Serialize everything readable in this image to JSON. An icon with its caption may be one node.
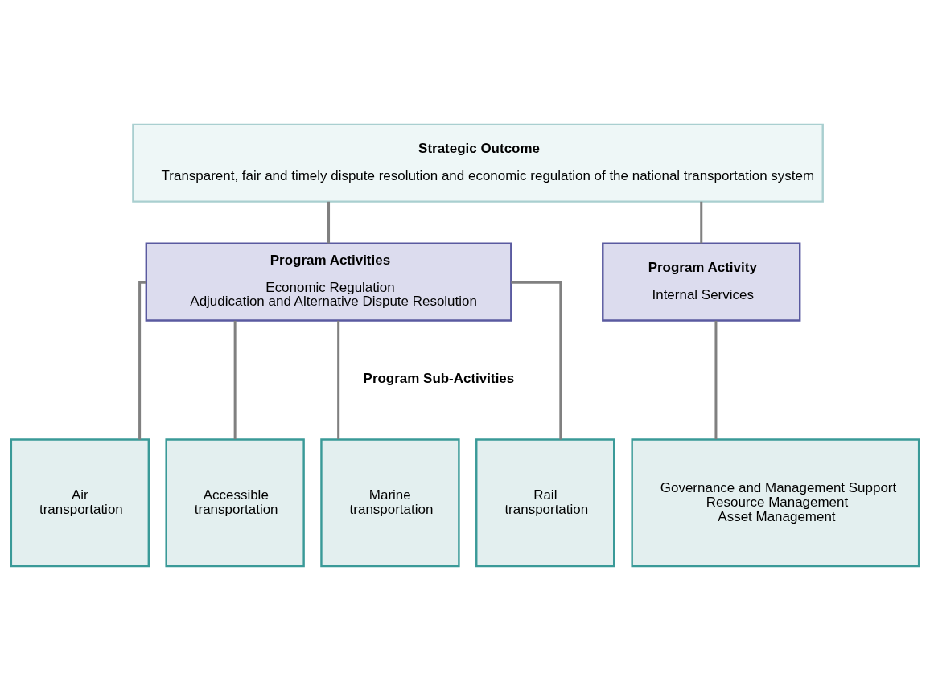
{
  "diagram": {
    "nodes": [
      {
        "text": [
          "Strategic Outcome",
          "Transparent, fair and timely dispute resolution and economic regulation of the national transportation system"
        ]
      },
      {
        "text": [
          "Program Activities",
          "Economic Regulation",
          "Adjudication and Alternative Dispute Resolution"
        ]
      },
      {
        "text": [
          "Program Activity",
          "Internal Services"
        ]
      },
      {
        "text": [
          "Air transportation"
        ]
      },
      {
        "text": [
          "Accessible transportation"
        ]
      },
      {
        "text": [
          "Marine transportation"
        ]
      },
      {
        "text": [
          "Rail transportation"
        ]
      },
      {
        "text": [
          "Governance and Management Support",
          "Resource Management",
          "Asset Management"
        ]
      }
    ],
    "edges": [
      {
        "from": 0,
        "to": 1,
        "arrow": "none"
      },
      {
        "from": 0,
        "to": 2,
        "arrow": "none"
      },
      {
        "from": 1,
        "to": 3,
        "arrow": "none"
      },
      {
        "from": 1,
        "to": 4,
        "arrow": "none"
      },
      {
        "from": 1,
        "to": 5,
        "arrow": "none"
      },
      {
        "from": 1,
        "to": 6,
        "arrow": "none"
      },
      {
        "from": 2,
        "to": 7,
        "arrow": "none"
      }
    ],
    "labels": [
      "Program Sub-Activities"
    ]
  }
}
